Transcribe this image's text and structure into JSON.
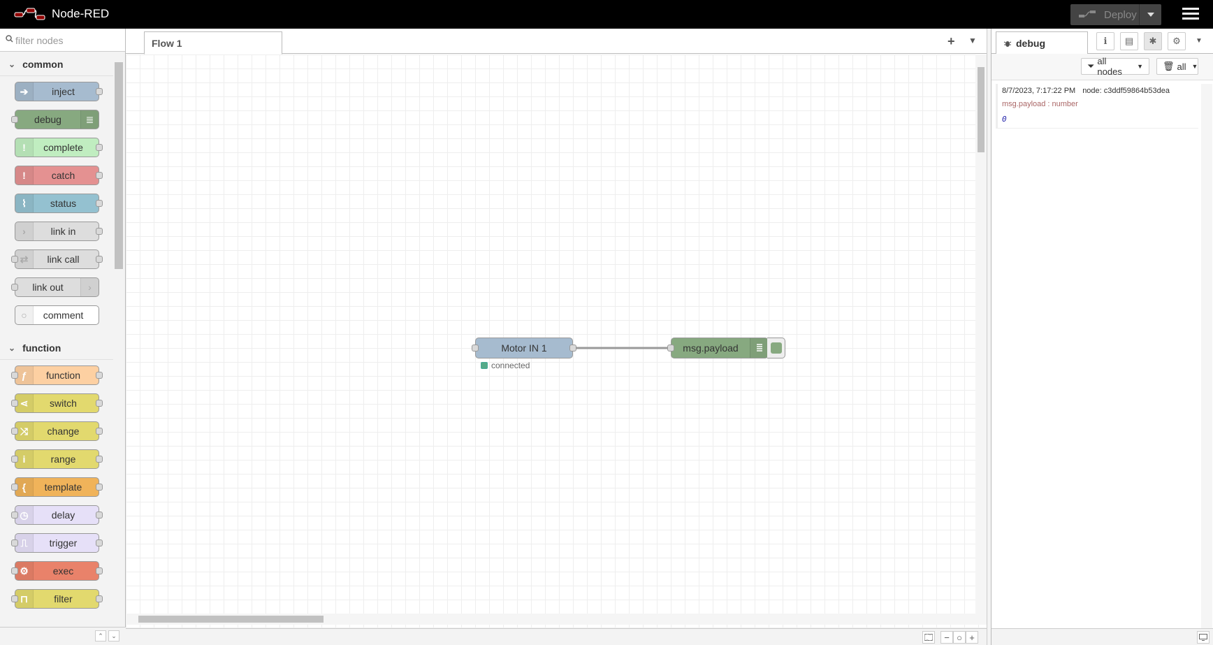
{
  "app": {
    "title": "Node-RED"
  },
  "header": {
    "deploy_label": "Deploy"
  },
  "palette": {
    "search_placeholder": "filter nodes",
    "categories": [
      {
        "name": "common",
        "nodes": [
          {
            "label": "inject",
            "color": "#a6bbcf",
            "in": false,
            "out": true,
            "icon": "arrow-icon"
          },
          {
            "label": "debug",
            "color": "#87a980",
            "in": true,
            "out": false,
            "icon": "list-icon",
            "icon_right": true
          },
          {
            "label": "complete",
            "color": "#c0edc0",
            "in": false,
            "out": true,
            "icon": "exclamation-icon"
          },
          {
            "label": "catch",
            "color": "#e49191",
            "in": false,
            "out": true,
            "icon": "exclamation-icon"
          },
          {
            "label": "status",
            "color": "#94c1d0",
            "in": false,
            "out": true,
            "icon": "pulse-icon"
          },
          {
            "label": "link in",
            "color": "#dddddd",
            "in": false,
            "out": true,
            "icon": "link-in-icon"
          },
          {
            "label": "link call",
            "color": "#dddddd",
            "in": true,
            "out": true,
            "icon": "link-call-icon"
          },
          {
            "label": "link out",
            "color": "#dddddd",
            "in": true,
            "out": false,
            "icon": "link-out-icon",
            "icon_right": true
          },
          {
            "label": "comment",
            "color": "#ffffff",
            "in": false,
            "out": false,
            "icon": "comment-icon"
          }
        ]
      },
      {
        "name": "function",
        "nodes": [
          {
            "label": "function",
            "color": "#fdd0a2",
            "in": true,
            "out": true,
            "icon": "function-icon"
          },
          {
            "label": "switch",
            "color": "#e2d96e",
            "in": true,
            "out": true,
            "icon": "switch-icon"
          },
          {
            "label": "change",
            "color": "#e2d96e",
            "in": true,
            "out": true,
            "icon": "shuffle-icon"
          },
          {
            "label": "range",
            "color": "#e2d96e",
            "in": true,
            "out": true,
            "icon": "range-icon"
          },
          {
            "label": "template",
            "color": "#f0b35a",
            "in": true,
            "out": true,
            "icon": "brace-icon"
          },
          {
            "label": "delay",
            "color": "#e6e0f8",
            "in": true,
            "out": true,
            "icon": "timer-icon"
          },
          {
            "label": "trigger",
            "color": "#e6e0f8",
            "in": true,
            "out": true,
            "icon": "trigger-icon"
          },
          {
            "label": "exec",
            "color": "#e9826a",
            "in": true,
            "out": true,
            "icon": "gear-icon"
          },
          {
            "label": "filter",
            "color": "#e2d96e",
            "in": true,
            "out": true,
            "icon": "filter-icon"
          }
        ]
      }
    ]
  },
  "workspace": {
    "tabs": [
      {
        "label": "Flow 1"
      }
    ],
    "nodes": {
      "motor": {
        "label": "Motor IN 1",
        "status": "connected"
      },
      "debug": {
        "label": "msg.payload"
      }
    }
  },
  "sidebar": {
    "tab_label": "debug",
    "filter_nodes_label": "all nodes",
    "clear_label": "all",
    "messages": [
      {
        "timestamp": "8/7/2023, 7:17:22 PM",
        "node": "node: c3ddf59864b53dea",
        "topic": "msg.payload : number",
        "value": "0"
      }
    ]
  }
}
